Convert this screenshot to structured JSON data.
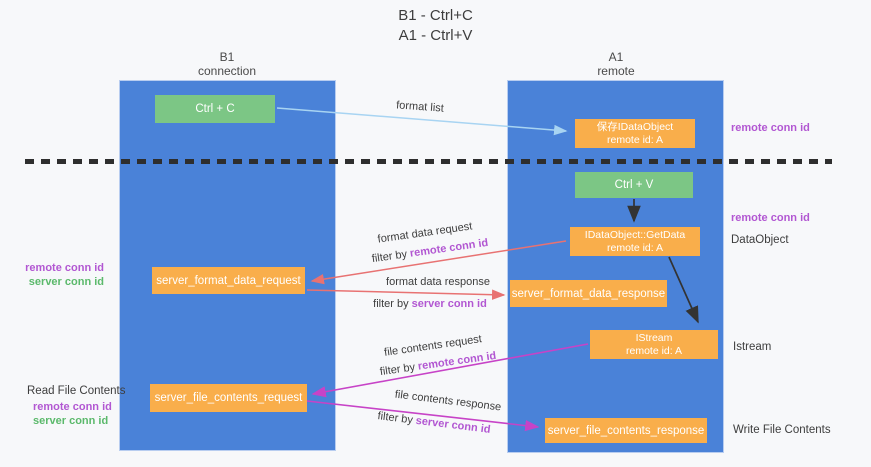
{
  "title": {
    "line1": "B1 - Ctrl+C",
    "line2": "A1 - Ctrl+V"
  },
  "columns": {
    "left": {
      "name": "B1",
      "role": "connection"
    },
    "right": {
      "name": "A1",
      "role": "remote"
    }
  },
  "boxes": {
    "ctrl_c": {
      "label": "Ctrl + C"
    },
    "save_dataobject": {
      "line1": "保存IDataObject",
      "line2": "remote id: A"
    },
    "ctrl_v": {
      "label": "Ctrl + V"
    },
    "getdata": {
      "line1": "IDataObject::GetData",
      "line2": "remote id: A"
    },
    "server_format_data_request": {
      "label": "server_format_data_request"
    },
    "server_format_data_response": {
      "label": "server_format_data_response"
    },
    "istream": {
      "line1": "IStream",
      "line2": "remote id: A"
    },
    "server_file_contents_request": {
      "label": "server_file_contents_request"
    },
    "server_file_contents_response": {
      "label": "server_file_contents_response"
    }
  },
  "flow_labels": {
    "format_list": "format list",
    "format_data_request": "format data request",
    "format_data_response": "format data response",
    "file_contents_request": "file contents request",
    "file_contents_response": "file contents response",
    "filter_by": "filter by",
    "remote_conn_id": "remote conn id",
    "server_conn_id": "server conn id"
  },
  "annotations": {
    "remote_conn_id": "remote conn id",
    "server_conn_id": "server conn id",
    "dataobject": "DataObject",
    "istream": "Istream",
    "read_file_contents": "Read File Contents",
    "write_file_contents": "Write File Contents"
  },
  "colors": {
    "column_blue": "#4a82d8",
    "box_green": "#7cc685",
    "box_orange": "#f9ae4b",
    "arrow_blue": "#a8d4f2",
    "arrow_red": "#e87272",
    "arrow_magenta": "#c743c7",
    "arrow_black": "#333333",
    "label_purple": "#b257d2",
    "label_green": "#5bb96b"
  }
}
